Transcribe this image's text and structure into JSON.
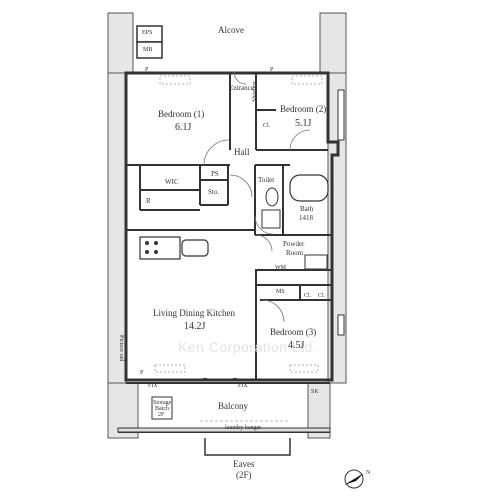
{
  "plan": {
    "rooms": {
      "bedroom1": {
        "name": "Bedroom (1)",
        "size": "6.1J"
      },
      "bedroom2": {
        "name": "Bedroom (2)",
        "size": "5.1J"
      },
      "bedroom3": {
        "name": "Bedroom (3)",
        "size": "4.5J"
      },
      "ldk": {
        "name": "Living Dining Kitchen",
        "size": "14.2J"
      },
      "bath": {
        "name": "Bath",
        "size": "1418"
      },
      "powder": {
        "line1": "Powder",
        "line2": "Room"
      },
      "hall": "Hall",
      "toilet": "Toilet",
      "entrance": "Entrance",
      "balcony": "Balcony",
      "alcove": "Alcove",
      "eaves": {
        "line1": "Eaves",
        "line2": "(2F)"
      }
    },
    "storage": {
      "eps": "EPS",
      "mb": "MB",
      "shoebox": "Shoebox",
      "cl": "Cl.",
      "wic": "WIC",
      "ps": "PS",
      "sto": "Sto.",
      "ms": "MS",
      "cl2": "Cl.",
      "cl3": "Cl.",
      "r": "R",
      "wm": "WM",
      "p": "P",
      "sk": "SK",
      "fix": "FIX",
      "picture_rail": "Picture rail",
      "laundry_hanger": "laundry hanger",
      "storage_batch": {
        "line1": "Storage",
        "line2": "Batch",
        "line3": "2F"
      }
    },
    "watermark": "Ken Corporation Ltd.",
    "compass": "N"
  }
}
